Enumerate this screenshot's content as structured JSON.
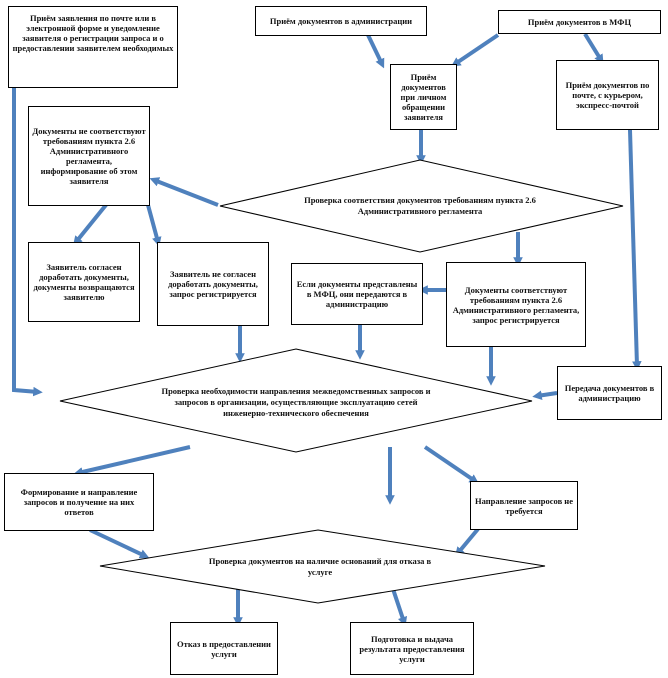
{
  "nodes": {
    "n_mail_top": "Приём заявления по почте или в электронной форме и уведомление заявителя о регистрации запроса и о предоставлении заявителем необходимых",
    "n_admin_recv": "Приём документов в администрации",
    "n_mfc_recv": "Приём документов в МФЦ",
    "n_personal": "Приём документов при личном обращении заявителя",
    "n_mail_courier": "Приём документов по почте, с курьером, экспресс-почтой",
    "n_noncomply": "Документы не соответствуют требованиям пункта 2.6 Административного регламента, информирование об этом заявителя",
    "d_check26": "Проверка соответствия документов требованиям пункта 2.6 Административного регламента",
    "n_agree_return": "Заявитель согласен доработать документы, документы возвращаются заявителю",
    "n_disagree": "Заявитель не согласен доработать документы, запрос регистрируется",
    "n_mfc_transfer": "Если документы представлены в МФЦ, они передаются в администрацию",
    "n_comply": "Документы соответствуют требованиям пункта 2.6 Административного регламента, запрос регистрируется",
    "n_transfer_admin": "Передача документов в администрацию",
    "d_interagency": "Проверка необходимости направления межведомственных запросов и запросов в организации, осуществляющие эксплуатацию сетей инженерно-технического обеспечения",
    "n_form_requests": "Формирование и направление запросов и получение на них ответов",
    "n_no_requests": "Направление запросов не требуется",
    "d_refusal_check": "Проверка документов на наличие оснований для отказа в услуге",
    "n_refusal": "Отказ в предоставлении услуги",
    "n_result": "Подготовка и выдача результата предоставления услуги"
  },
  "colors": {
    "arrow": "#4f81bd",
    "border": "#000000"
  }
}
